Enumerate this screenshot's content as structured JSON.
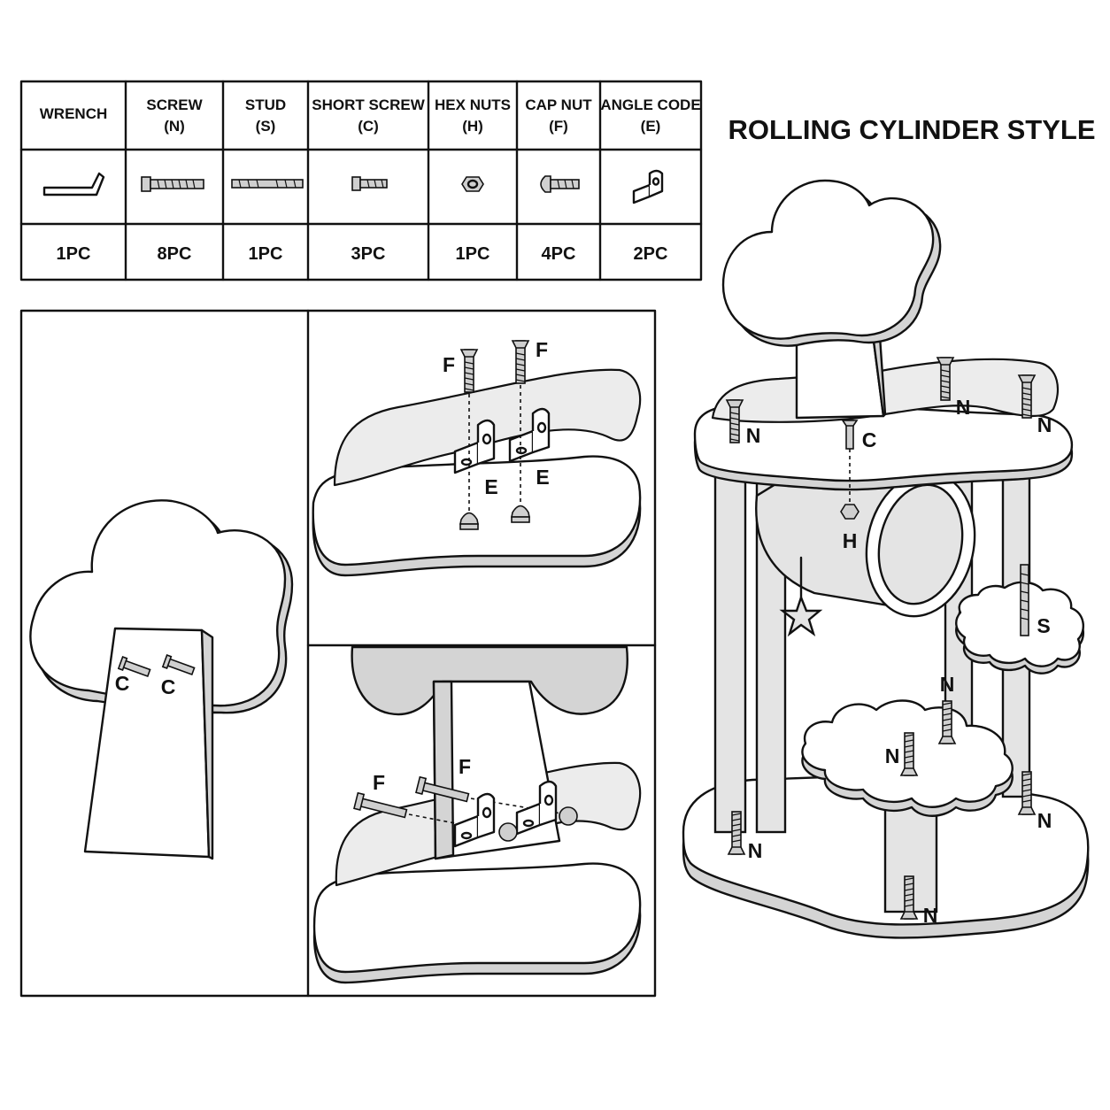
{
  "title": "ROLLING CYLINDER STYLE",
  "parts_table": {
    "columns": [
      {
        "name": "WRENCH",
        "code": "",
        "qty": "1PC",
        "icon": "wrench-icon"
      },
      {
        "name": "SCREW",
        "code": "(N)",
        "qty": "8PC",
        "icon": "screw-icon"
      },
      {
        "name": "STUD",
        "code": "(S)",
        "qty": "1PC",
        "icon": "stud-icon"
      },
      {
        "name": "SHORT SCREW",
        "code": "(C)",
        "qty": "3PC",
        "icon": "short-screw-icon"
      },
      {
        "name": "HEX NUTS",
        "code": "(H)",
        "qty": "1PC",
        "icon": "hex-nut-icon"
      },
      {
        "name": "CAP NUT",
        "code": "(F)",
        "qty": "4PC",
        "icon": "cap-nut-icon"
      },
      {
        "name": "ANGLE CODE",
        "code": "(E)",
        "qty": "2PC",
        "icon": "angle-bracket-icon"
      }
    ]
  },
  "step1": {
    "labels": [
      "C",
      "C"
    ]
  },
  "step2": {
    "labels_f": [
      "F",
      "F"
    ],
    "labels_e": [
      "E",
      "E"
    ]
  },
  "step3": {
    "labels_f": [
      "F",
      "F"
    ]
  },
  "overview": {
    "labels": [
      "N",
      "N",
      "N",
      "C",
      "H",
      "S",
      "N",
      "N",
      "N",
      "N",
      "N"
    ]
  }
}
